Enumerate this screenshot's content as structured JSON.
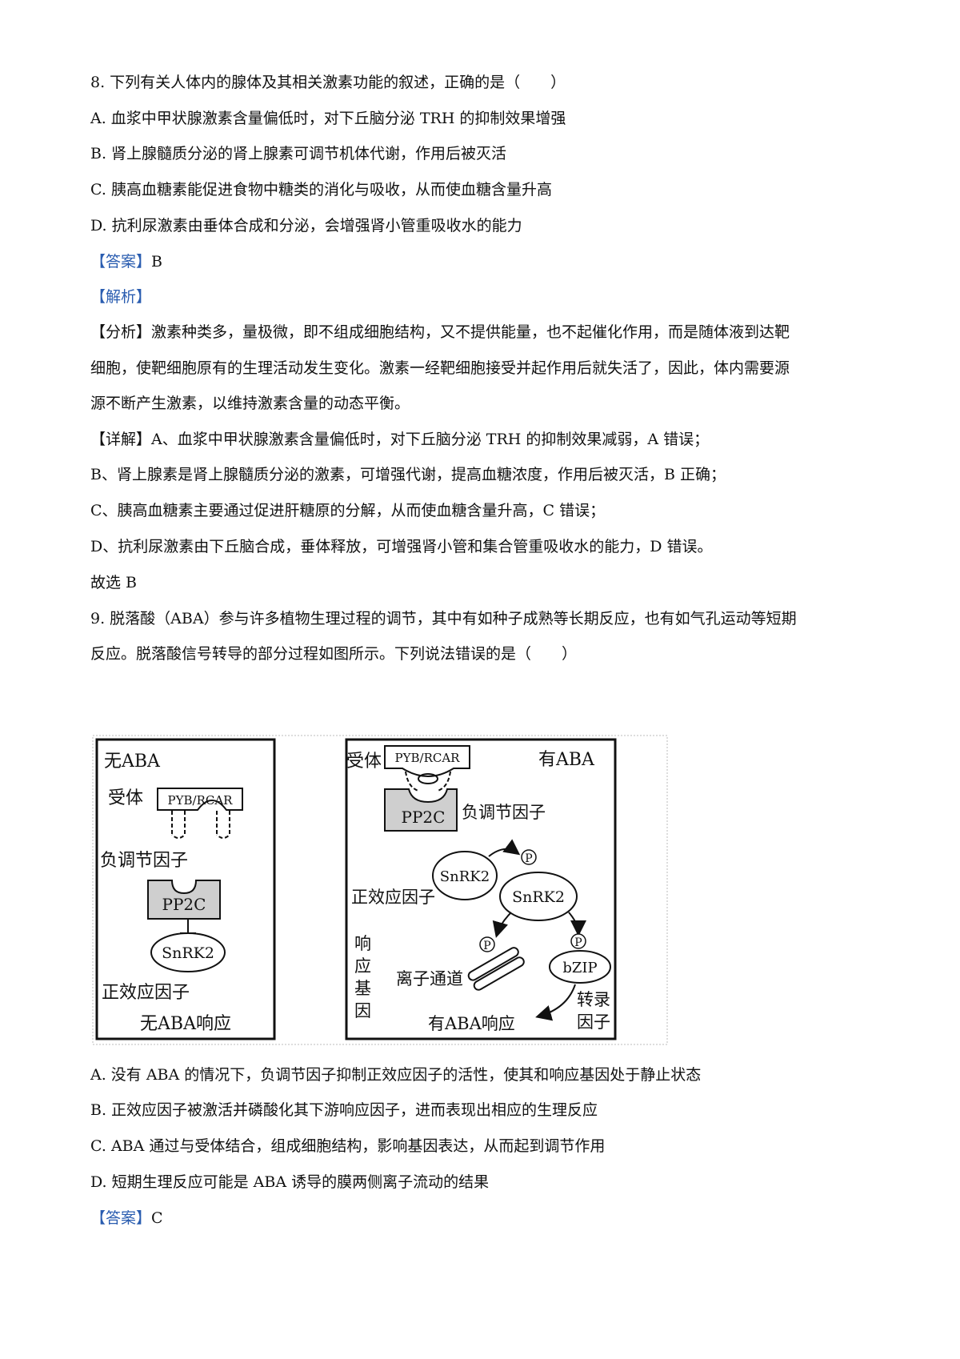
{
  "q8": {
    "stem": "8. 下列有关人体内的腺体及其相关激素功能的叙述，正确的是（　　）",
    "options": [
      "A. 血浆中甲状腺激素含量偏低时，对下丘脑分泌 TRH 的抑制效果增强",
      "B. 肾上腺髓质分泌的肾上腺素可调节机体代谢，作用后被灭活",
      "C. 胰高血糖素能促进食物中糖类的消化与吸收，从而使血糖含量升高",
      "D. 抗利尿激素由垂体合成和分泌，会增强肾小管重吸收水的能力"
    ],
    "answer_tag": "【答案】",
    "answer": "B",
    "analysis_tag": "【解析】",
    "analysis_head": "【分析】",
    "analysis_lines": [
      "激素种类多，量极微，即不组成细胞结构，又不提供能量，也不起催化作用，而是随体液到达靶",
      "细胞，使靶细胞原有的生理活动发生变化。激素一经靶细胞接受并起作用后就失活了，因此，体内需要源",
      "源不断产生激素，以维持激素含量的动态平衡。"
    ],
    "detail_head": "【详解】",
    "detail_lines": [
      "A、血浆中甲状腺激素含量偏低时，对下丘脑分泌 TRH 的抑制效果减弱，A 错误；",
      "B、肾上腺素是肾上腺髓质分泌的激素，可增强代谢，提高血糖浓度，作用后被灭活，B 正确；",
      "C、胰高血糖素主要通过促进肝糖原的分解，从而使血糖含量升高，C 错误；",
      "D、抗利尿激素由下丘脑合成，垂体释放，可增强肾小管和集合管重吸收水的能力，D 错误。"
    ],
    "conclusion": "故选 B"
  },
  "q9": {
    "stem_lines": [
      "9. 脱落酸（ABA）参与许多植物生理过程的调节，其中有如种子成熟等长期反应，也有如气孔运动等短期",
      "反应。脱落酸信号转导的部分过程如图所示。下列说法错误的是（　　）"
    ],
    "options": [
      "A. 没有 ABA 的情况下，负调节因子抑制正效应因子的活性，使其和响应基因处于静止状态",
      "B. 正效应因子被激活并磷酸化其下游响应因子，进而表现出相应的生理反应",
      "C. ABA 通过与受体结合，组成细胞结构，影响基因表达，从而起到调节作用",
      "D. 短期生理反应可能是 ABA 诱导的膜两侧离子流动的结果"
    ],
    "answer_tag": "【答案】",
    "answer": "C"
  },
  "figure": {
    "left_panel": {
      "title": "无ABA",
      "receptor_label": "受体",
      "receptor_name": "PYB/RCAR",
      "neg_label": "负调节因子",
      "pp2c": "PP2C",
      "snrk2": "SnRK2",
      "pos_label": "正效应因子",
      "response": "无ABA响应"
    },
    "right_panel": {
      "title": "有ABA",
      "receptor_label": "受体",
      "receptor_name": "PYB/RCAR",
      "pp2c": "PP2C",
      "neg_label": "负调节因子",
      "snrk2_a": "SnRK2",
      "snrk2_b": "SnRK2",
      "pos_label": "正效应因子",
      "phospho": "P",
      "gene_label": [
        "响",
        "应",
        "基",
        "因"
      ],
      "ion_channel": "离子通道",
      "bzip": "bZIP",
      "tf_label": [
        "转录",
        "因子"
      ],
      "response": "有ABA响应"
    }
  }
}
